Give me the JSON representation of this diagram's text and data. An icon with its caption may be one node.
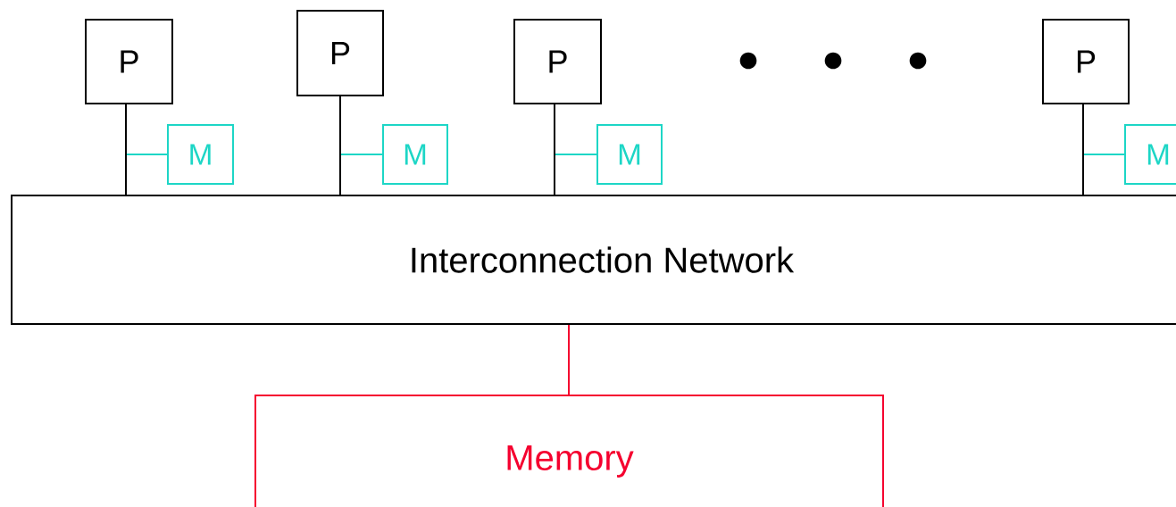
{
  "diagram": {
    "nodes": [
      {
        "text": [
          "P"
        ]
      },
      {
        "text": [
          "M"
        ]
      },
      {
        "text": [
          "P"
        ]
      },
      {
        "text": [
          "M"
        ]
      },
      {
        "text": [
          "P"
        ]
      },
      {
        "text": [
          "M"
        ]
      },
      {
        "text": [
          "P"
        ]
      },
      {
        "text": [
          "M"
        ]
      },
      {
        "text": [
          "Interconnection Network"
        ]
      },
      {
        "text": [
          "Memory"
        ]
      }
    ],
    "edges": [
      {
        "from": 1,
        "to": 8,
        "arrow": "none",
        "color": "#1dd6c6"
      },
      {
        "from": 3,
        "to": 8,
        "arrow": "none",
        "color": "#1dd6c6"
      },
      {
        "from": 5,
        "to": 8,
        "arrow": "none",
        "color": "#1dd6c6"
      },
      {
        "from": 7,
        "to": 8,
        "arrow": "none",
        "color": "#1dd6c6"
      },
      {
        "from": 0,
        "to": 8,
        "arrow": "none",
        "color": "#000000"
      },
      {
        "from": 2,
        "to": 8,
        "arrow": "none",
        "color": "#000000"
      },
      {
        "from": 4,
        "to": 8,
        "arrow": "none",
        "color": "#000000"
      },
      {
        "from": 6,
        "to": 8,
        "arrow": "none",
        "color": "#000000"
      },
      {
        "from": 8,
        "to": 9,
        "arrow": "none",
        "color": "#f5002f"
      }
    ]
  }
}
